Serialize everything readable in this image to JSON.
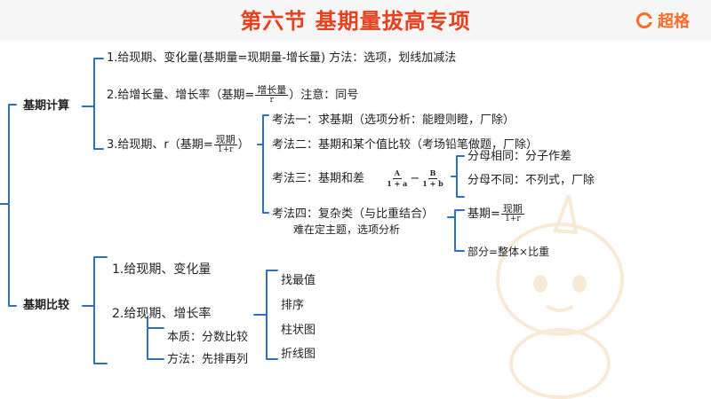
{
  "header": {
    "title": "第六节  基期量拔高专项",
    "logo_text": "超格",
    "accent": "#e8401c"
  },
  "tree": {
    "calc": {
      "label": "基期计算",
      "b1_text": "1.给现期、变化量(基期量=现期量-增长量)   方法：选项，划线加减法",
      "b2_pre": "2.给增长量、增长率（基期=",
      "b2_frac_num": "增长量",
      "b2_frac_den": "r",
      "b2_post": "）注意：同号",
      "b3_pre": "3.给现期、r（基期=",
      "b3_frac_num": "现期",
      "b3_frac_den": "1+r",
      "b3_post": "）",
      "m1": "考法一：求基期（选项分析：能瞪则瞪，厂除）",
      "m2": "考法二：基期和某个值比较（考场铅笔做题，厂除）",
      "m3_label": "考法三：基期和差",
      "m3_f1_num": "A",
      "m3_f1_den": "1 + a",
      "m3_minus": "−",
      "m3_f2_num": "B",
      "m3_f2_den": "1 + b",
      "m3_sub1": "分母相同：分子作差",
      "m3_sub2": "分母不同：不列式，厂除",
      "m4": "考法四：复杂类（与比重结合）",
      "m4_note": "难在定主题，选项分析",
      "m4_sub1_pre": "基期=",
      "m4_sub1_num": "现期",
      "m4_sub1_den": "1+r",
      "m4_sub2": "部分=整体×比重"
    },
    "compare": {
      "label": "基期比较",
      "c1": "1.给现期、变化量",
      "c2": "2.给现期、增长率",
      "c2_nature": "本质：分数比较",
      "c2_method": "方法：先排再列",
      "r1": "找最值",
      "r2": "排序",
      "r3": "柱状图",
      "r4": "折线图"
    }
  },
  "colors": {
    "bracket": "#2e6fc4",
    "title_bg": "#f6f6f6"
  }
}
